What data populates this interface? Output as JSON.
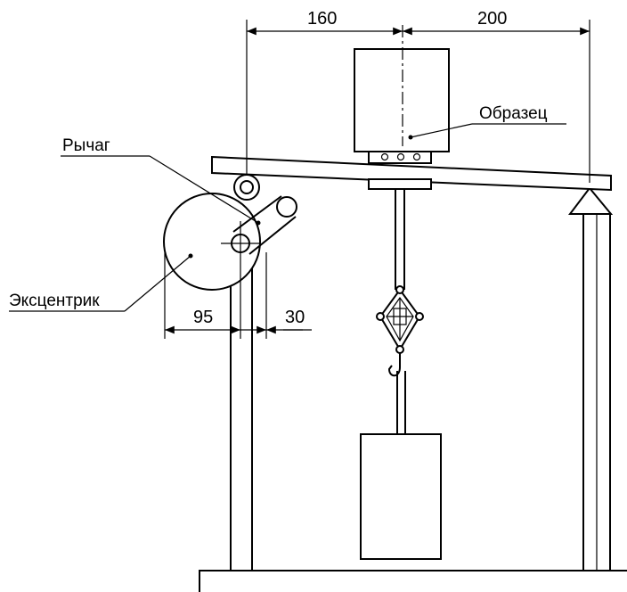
{
  "labels": {
    "lever": "Рычаг",
    "eccentric": "Эксцентрик",
    "specimen": "Образец"
  },
  "dimensions": {
    "top_left": "160",
    "top_right": "200",
    "bottom_left": "95",
    "bottom_right": "30"
  }
}
